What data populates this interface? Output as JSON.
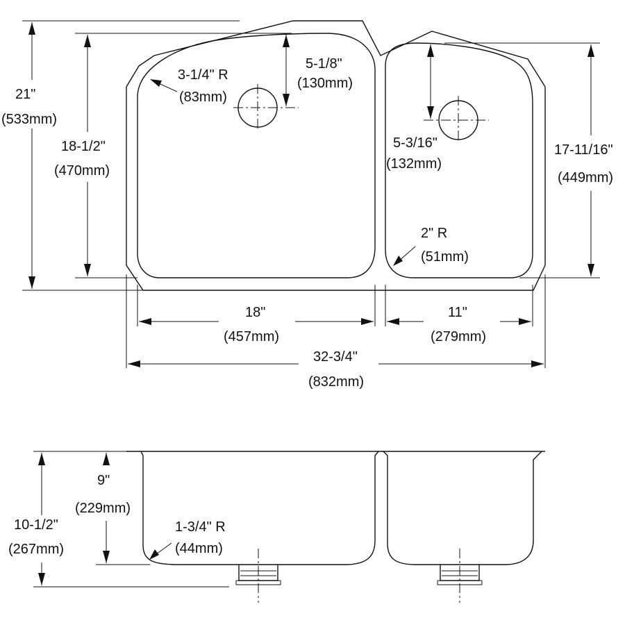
{
  "colors": {
    "line": "#111111",
    "background": "#ffffff"
  },
  "top_view": {
    "overall_depth": {
      "in": "21\"",
      "mm": "(533mm)"
    },
    "left_bowl_depth": {
      "in": "18-1/2\"",
      "mm": "(470mm)"
    },
    "left_corner_radius": {
      "in": "3-1/4\" R",
      "mm": "(83mm)"
    },
    "left_drain_offset": {
      "in": "5-1/8\"",
      "mm": "(130mm)"
    },
    "right_drain_offset": {
      "in": "5-3/16\"",
      "mm": "(132mm)"
    },
    "right_bowl_depth": {
      "in": "17-11/16\"",
      "mm": "(449mm)"
    },
    "right_corner_radius": {
      "in": "2\" R",
      "mm": "(51mm)"
    },
    "left_bowl_width": {
      "in": "18\"",
      "mm": "(457mm)"
    },
    "right_bowl_width": {
      "in": "11\"",
      "mm": "(279mm)"
    },
    "overall_width": {
      "in": "32-3/4\"",
      "mm": "(832mm)"
    }
  },
  "side_view": {
    "bowl_depth": {
      "in": "9\"",
      "mm": "(229mm)"
    },
    "overall_height": {
      "in": "10-1/2\"",
      "mm": "(267mm)"
    },
    "bottom_radius": {
      "in": "1-3/4\" R",
      "mm": "(44mm)"
    }
  }
}
